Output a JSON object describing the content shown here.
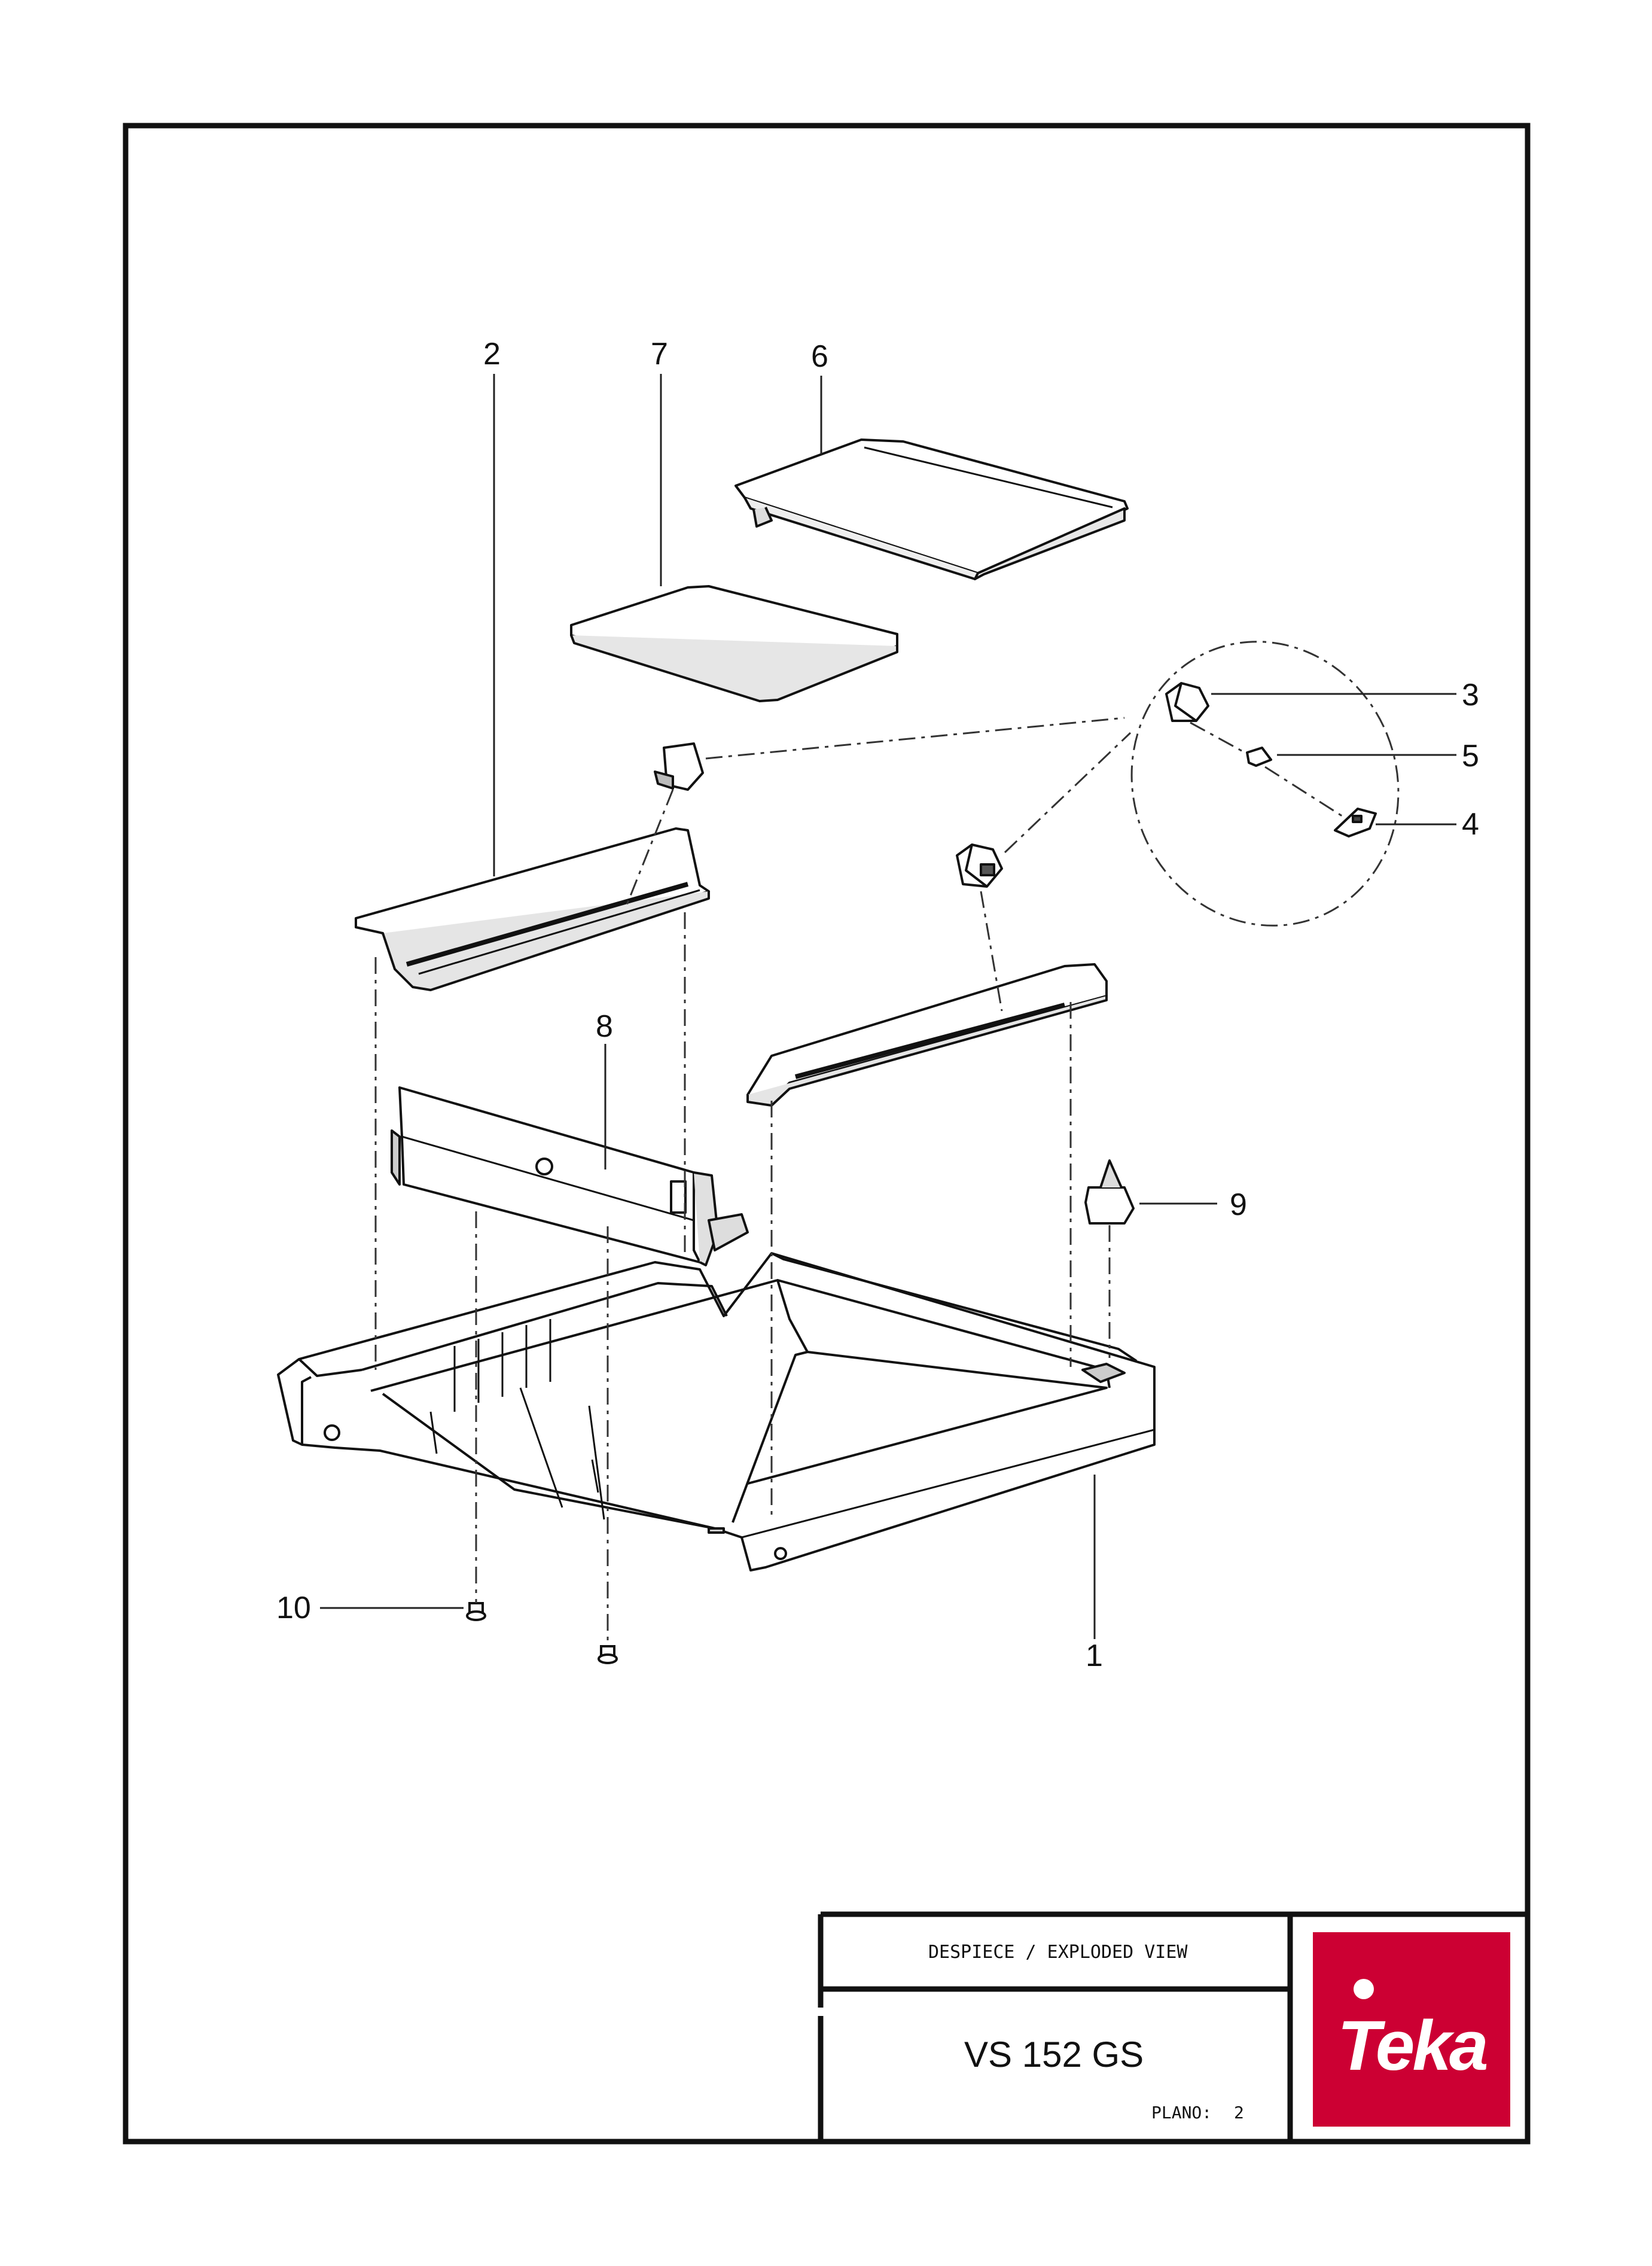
{
  "drawing": {
    "parts": [
      {
        "number": "1",
        "label": "1"
      },
      {
        "number": "2",
        "label": "2"
      },
      {
        "number": "3",
        "label": "3"
      },
      {
        "number": "4",
        "label": "4"
      },
      {
        "number": "5",
        "label": "5"
      },
      {
        "number": "6",
        "label": "6"
      },
      {
        "number": "7",
        "label": "7"
      },
      {
        "number": "8",
        "label": "8"
      },
      {
        "number": "9",
        "label": "9"
      },
      {
        "number": "10",
        "label": "10"
      }
    ]
  },
  "title_block": {
    "title": "DESPIECE / EXPLODED VIEW",
    "model": "VS 152 GS",
    "plano_label": "PLANO:",
    "plano_number": "2"
  },
  "logo": {
    "brand_text": "Teka",
    "background_color": "#cc0033",
    "text_color": "#ffffff"
  },
  "colors": {
    "line": "#111111",
    "part_fill": "#ffffff",
    "shade": "#d9d9d9"
  }
}
